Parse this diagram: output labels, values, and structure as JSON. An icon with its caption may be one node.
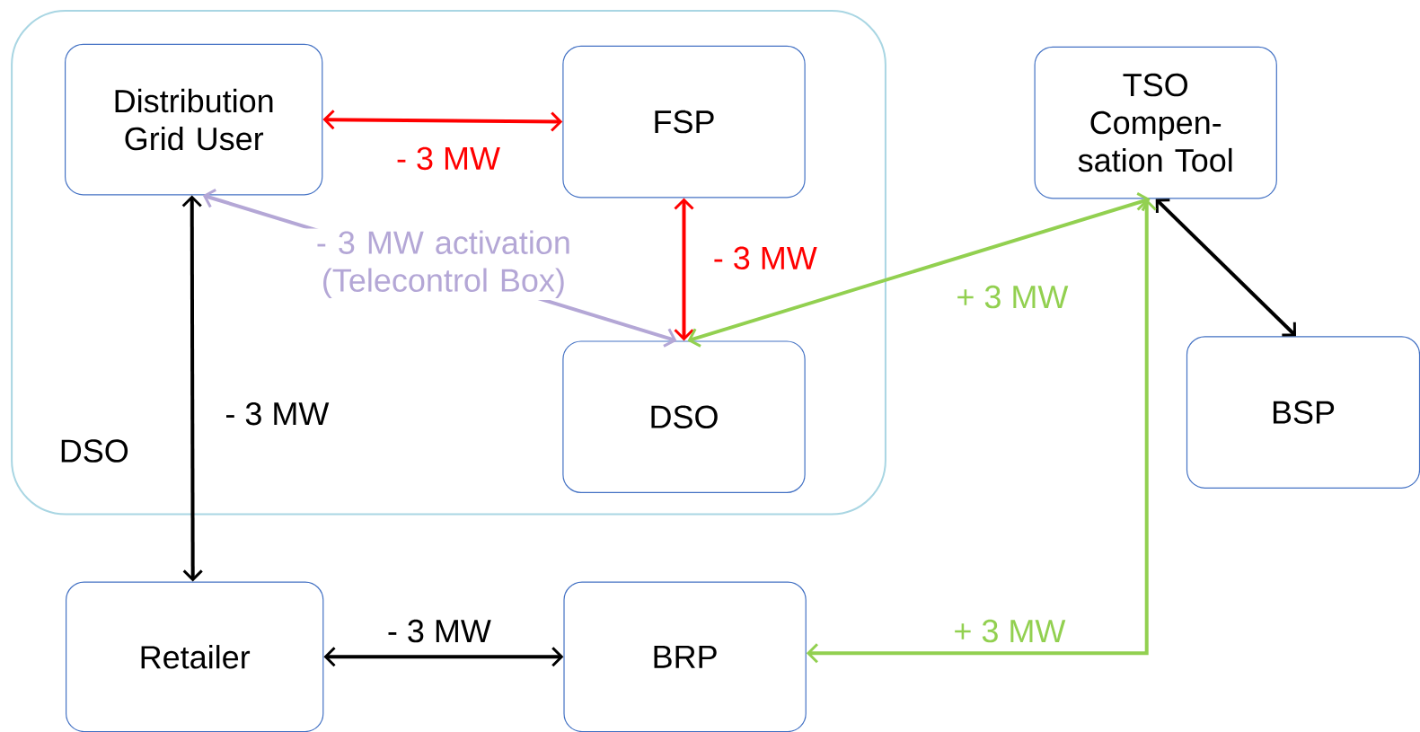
{
  "diagram": {
    "nodes": [
      {
        "text": [
          "DSO"
        ]
      },
      {
        "text": [
          "Distribution Grid User"
        ],
        "in": 0
      },
      {
        "text": [
          "FSP"
        ],
        "in": 0
      },
      {
        "text": [
          "DSO"
        ],
        "in": 0
      },
      {
        "text": [
          "TSO Compen- sation Tool"
        ]
      },
      {
        "text": [
          "BSP"
        ]
      },
      {
        "text": [
          "Retailer"
        ]
      },
      {
        "text": [
          "BRP"
        ]
      }
    ],
    "edges": [
      {
        "from": 1,
        "to": 2,
        "arrow": "both",
        "label": "- 3 MW",
        "color": "#ff0000"
      },
      {
        "from": 2,
        "to": 3,
        "arrow": "both",
        "label": "- 3 MW",
        "color": "#ff0000"
      },
      {
        "from": 1,
        "to": 3,
        "arrow": "both",
        "label": "- 3 MW activation (Telecontrol Box)",
        "color": "#b4a7d6"
      },
      {
        "from": 3,
        "to": 4,
        "arrow": "both",
        "label": "+ 3 MW",
        "color": "#92d050"
      },
      {
        "from": 4,
        "to": 5,
        "arrow": "both"
      },
      {
        "from": 1,
        "to": 6,
        "arrow": "both",
        "label": "- 3 MW"
      },
      {
        "from": 6,
        "to": 7,
        "arrow": "both",
        "label": "- 3 MW"
      },
      {
        "from": 7,
        "to": 4,
        "arrow": "both",
        "label": "+ 3 MW",
        "color": "#92d050"
      }
    ]
  }
}
